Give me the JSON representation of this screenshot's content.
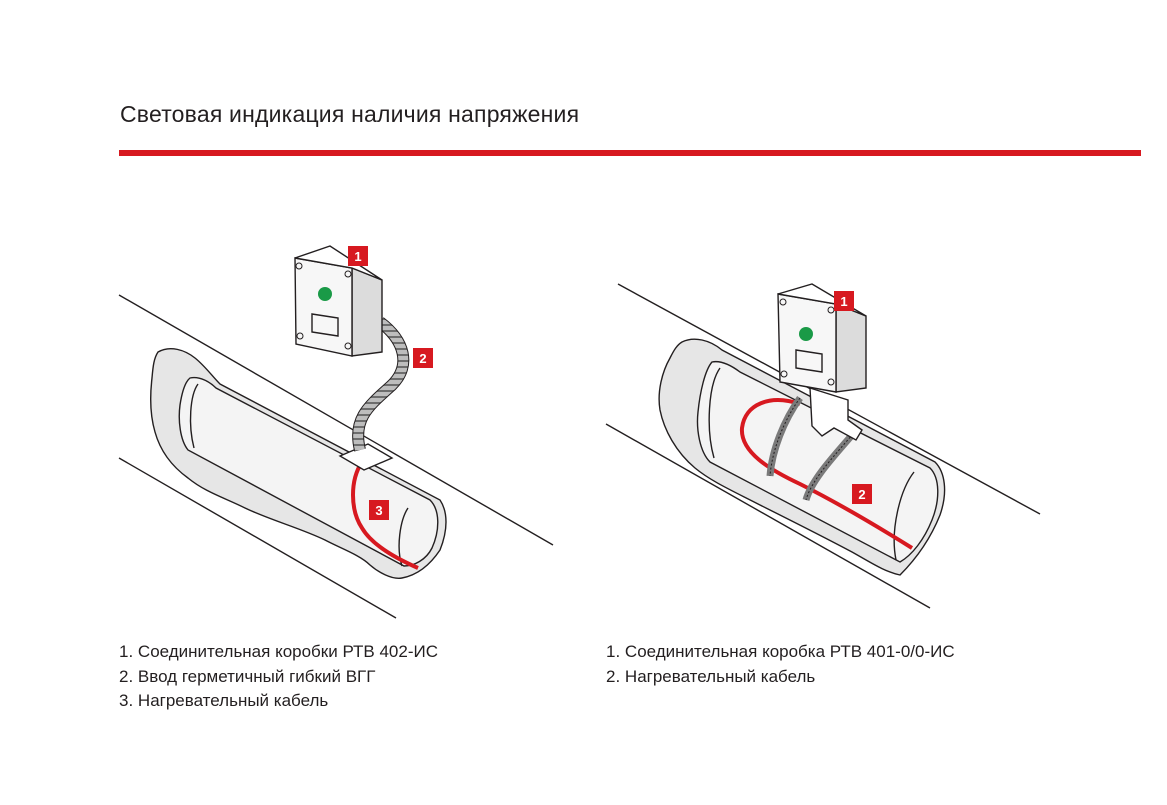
{
  "title": "Световая индикация наличия напряжения",
  "colors": {
    "accent": "#d71920",
    "line": "#231f20",
    "insulation": "#e6e6e6",
    "pipe": "#f2f2f2",
    "led": "#1a9a47"
  },
  "left_diagram": {
    "callouts": [
      "1",
      "2",
      "3"
    ],
    "legend": [
      {
        "num": "1.",
        "text": "Соединительная коробки РТВ 402-ИС"
      },
      {
        "num": "2.",
        "text": "Ввод герметичный гибкий ВГГ"
      },
      {
        "num": "3.",
        "text": "Нагревательный кабель"
      }
    ]
  },
  "right_diagram": {
    "callouts": [
      "1",
      "2"
    ],
    "legend": [
      {
        "num": "1.",
        "text": "Соединительная коробка РТВ 401-0/0-ИС"
      },
      {
        "num": "2.",
        "text": "Нагревательный кабель"
      }
    ]
  }
}
